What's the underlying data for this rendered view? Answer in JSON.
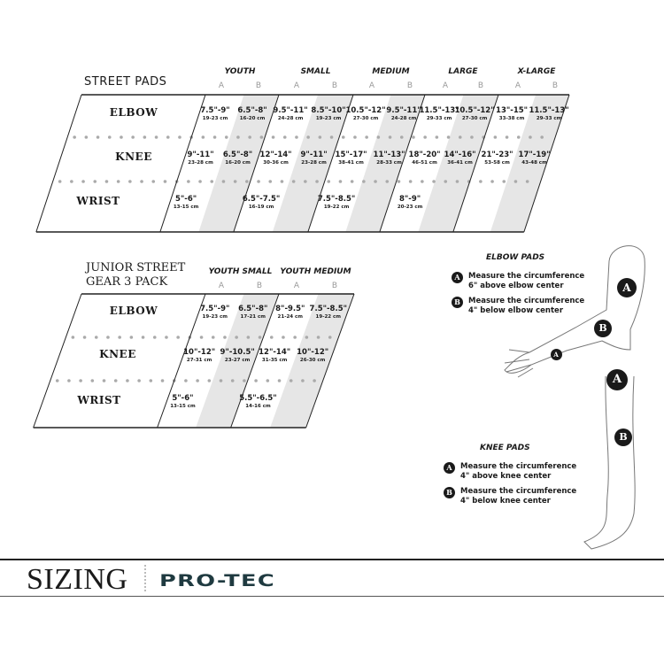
{
  "street": {
    "title": "STREET PADS",
    "sizes": [
      "YOUTH",
      "SMALL",
      "MEDIUM",
      "LARGE",
      "X-LARGE"
    ],
    "ab": [
      "A",
      "B"
    ],
    "rows": [
      {
        "label": "ELBOW",
        "cells": [
          [
            "7.5\"-9\"",
            "19-23 cm"
          ],
          [
            "6.5\"-8\"",
            "16-20 cm"
          ],
          [
            "9.5\"-11\"",
            "24-28 cm"
          ],
          [
            "8.5\"-10\"",
            "19-23 cm"
          ],
          [
            "10.5\"-12\"",
            "27-30 cm"
          ],
          [
            "9.5\"-11\"",
            "24-28 cm"
          ],
          [
            "11.5\"-13\"",
            "29-33 cm"
          ],
          [
            "10.5\"-12\"",
            "27-30 cm"
          ],
          [
            "13\"-15\"",
            "33-38 cm"
          ],
          [
            "11.5\"-13\"",
            "29-33 cm"
          ]
        ]
      },
      {
        "label": "KNEE",
        "cells": [
          [
            "9\"-11\"",
            "23-28 cm"
          ],
          [
            "6.5\"-8\"",
            "16-20 cm"
          ],
          [
            "12\"-14\"",
            "30-36 cm"
          ],
          [
            "9\"-11\"",
            "23-28 cm"
          ],
          [
            "15\"-17\"",
            "38-41 cm"
          ],
          [
            "11\"-13\"",
            "28-33 cm"
          ],
          [
            "18\"-20\"",
            "46-51 cm"
          ],
          [
            "14\"-16\"",
            "36-41 cm"
          ],
          [
            "21\"-23\"",
            "53-58 cm"
          ],
          [
            "17\"-19\"",
            "43-48 cm"
          ]
        ]
      },
      {
        "label": "WRIST",
        "cells": [
          [
            "5\"-6\"",
            "13-15 cm"
          ],
          null,
          [
            "6.5\"-7.5\"",
            "16-19 cm"
          ],
          null,
          [
            "7.5\"-8.5\"",
            "19-22 cm"
          ],
          null,
          [
            "8\"-9\"",
            "20-23 cm"
          ],
          null,
          null,
          null
        ]
      }
    ]
  },
  "junior": {
    "title_line1": "JUNIOR STREET",
    "title_line2": "GEAR 3 PACK",
    "sizes": [
      "YOUTH SMALL",
      "YOUTH MEDIUM"
    ],
    "ab": [
      "A",
      "B"
    ],
    "rows": [
      {
        "label": "ELBOW",
        "cells": [
          [
            "7.5\"-9\"",
            "19-23 cm"
          ],
          [
            "6.5\"-8\"",
            "17-21 cm"
          ],
          [
            "8\"-9.5\"",
            "21-24 cm"
          ],
          [
            "7.5\"-8.5\"",
            "19-22 cm"
          ]
        ]
      },
      {
        "label": "KNEE",
        "cells": [
          [
            "10\"-12\"",
            "27-31 cm"
          ],
          [
            "9\"-10.5\"",
            "23-27 cm"
          ],
          [
            "12\"-14\"",
            "31-35 cm"
          ],
          [
            "10\"-12\"",
            "26-30 cm"
          ]
        ]
      },
      {
        "label": "WRIST",
        "cells": [
          [
            "5\"-6\"",
            "13-15 cm"
          ],
          null,
          [
            "5.5\"-6.5\"",
            "14-16 cm"
          ],
          null
        ]
      }
    ]
  },
  "elbow_pads": {
    "title": "ELBOW PADS",
    "items": [
      {
        "badge": "A",
        "line1": "Measure the circumference",
        "line2": "6\" above elbow center"
      },
      {
        "badge": "B",
        "line1": "Measure the circumference",
        "line2": "4\" below elbow center"
      }
    ],
    "figure_markers": [
      "A",
      "B",
      "A"
    ]
  },
  "knee_pads": {
    "title": "KNEE PADS",
    "items": [
      {
        "badge": "A",
        "line1": "Measure the circumference",
        "line2": "4\" above knee center"
      },
      {
        "badge": "B",
        "line1": "Measure the circumference",
        "line2": "4\" below knee center"
      }
    ],
    "figure_markers": [
      "A",
      "B"
    ]
  },
  "footer": {
    "title": "SIZING",
    "brand": "PRO-TEC"
  },
  "colors": {
    "stripe": "#e6e6e6",
    "text": "#1a1a1a",
    "brand": "#1f3a40",
    "dots": "#aaaaaa"
  }
}
